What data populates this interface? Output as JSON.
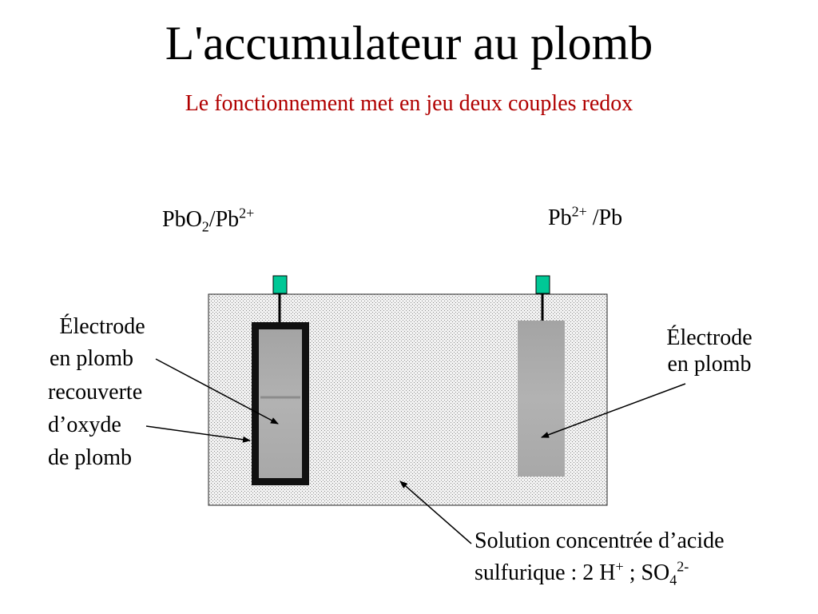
{
  "title": "L'accumulateur au plomb",
  "subtitle": "Le fonctionnement met en jeu deux couples redox",
  "couples": {
    "left": {
      "base": "PbO",
      "sub": "2",
      "mid": "/Pb",
      "sup": "2+"
    },
    "right": {
      "base": "Pb",
      "sup": "2+",
      "tail": " /Pb"
    }
  },
  "labels": {
    "left_electrode": [
      "Électrode",
      "en plomb",
      "recouverte",
      "d’oxyde",
      "de plomb"
    ],
    "right_electrode": [
      "Électrode",
      "en plomb"
    ],
    "solution": {
      "line1": "Solution concentrée d’acide",
      "line2_prefix": "sulfurique  : 2 H",
      "h_sup": "+",
      "line2_mid": " ; SO",
      "so4_sub": "4",
      "so4_sup": "2-"
    }
  },
  "colors": {
    "subtitle": "#b00000",
    "terminal": "#00c896",
    "electrode_grey": "#aaaaaa",
    "oxide_dark": "#111111"
  }
}
